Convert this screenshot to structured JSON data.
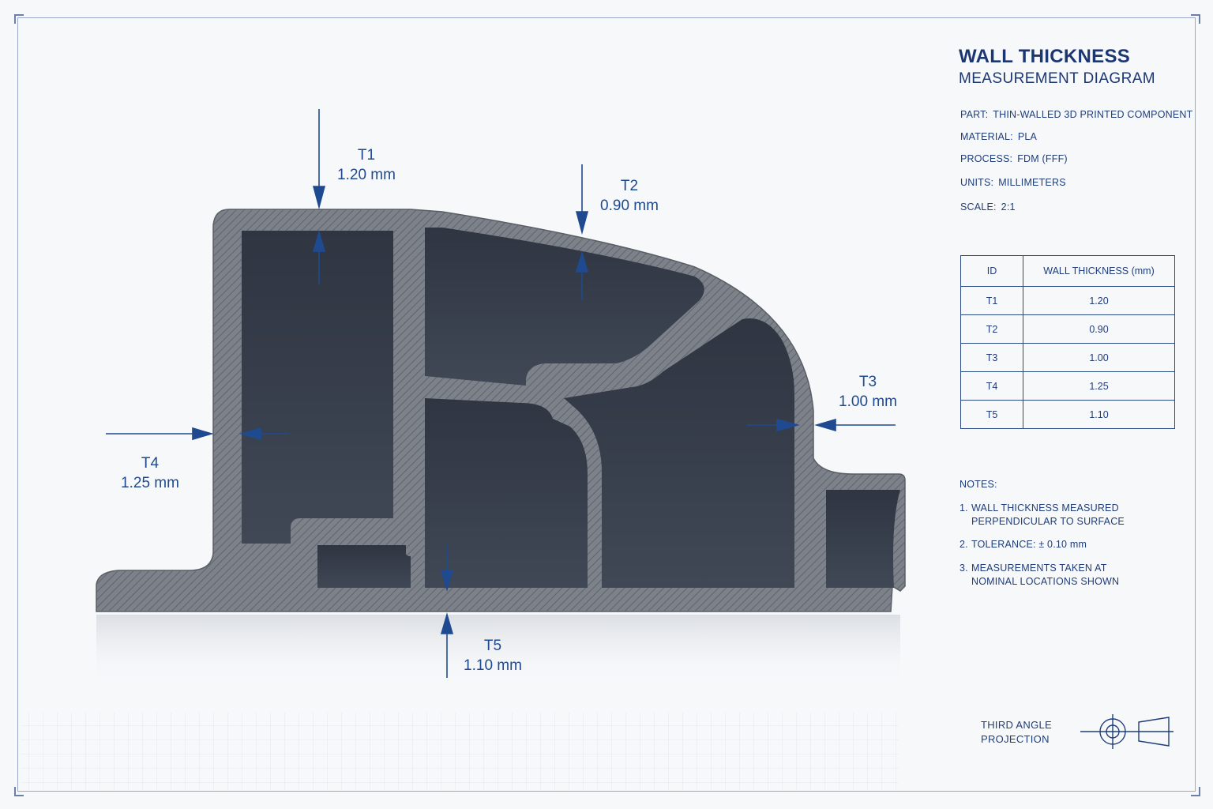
{
  "title": {
    "line1": "WALL THICKNESS",
    "line2": "MEASUREMENT DIAGRAM"
  },
  "specs": [
    {
      "key": "PART:",
      "value": "THIN-WALLED 3D PRINTED COMPONENT"
    },
    {
      "key": "MATERIAL:",
      "value": "PLA"
    },
    {
      "key": "PROCESS:",
      "value": "FDM (FFF)"
    },
    {
      "key": "UNITS:",
      "value": "MILLIMETERS"
    },
    {
      "key": "SCALE:",
      "value": "2:1"
    }
  ],
  "table": {
    "headers": [
      "ID",
      "WALL THICKNESS (mm)"
    ],
    "rows": [
      [
        "T1",
        "1.20"
      ],
      [
        "T2",
        "0.90"
      ],
      [
        "T3",
        "1.00"
      ],
      [
        "T4",
        "1.25"
      ],
      [
        "T5",
        "1.10"
      ]
    ]
  },
  "notes": {
    "heading": "NOTES:",
    "items": [
      {
        "num": "1.",
        "line1": "WALL THICKNESS MEASURED",
        "line2": "PERPENDICULAR TO SURFACE"
      },
      {
        "num": "2.",
        "line1": "TOLERANCE:  ± 0.10 mm",
        "line2": ""
      },
      {
        "num": "3.",
        "line1": "MEASUREMENTS TAKEN AT",
        "line2": "NOMINAL LOCATIONS SHOWN"
      }
    ]
  },
  "dimensions": [
    {
      "id": "T1",
      "value": "1.20 mm"
    },
    {
      "id": "T2",
      "value": "0.90 mm"
    },
    {
      "id": "T3",
      "value": "1.00 mm"
    },
    {
      "id": "T4",
      "value": "1.25 mm"
    },
    {
      "id": "T5",
      "value": "1.10 mm"
    }
  ],
  "projection": {
    "line1": "THIRD ANGLE",
    "line2": "PROJECTION"
  },
  "colors": {
    "accent": "#1f4a8f",
    "part_wall": "#7c8088",
    "part_cavity": "#343b47",
    "frame": "#9aa9c8"
  }
}
